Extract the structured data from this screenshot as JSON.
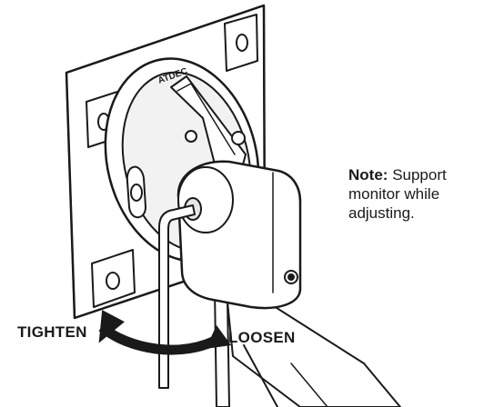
{
  "diagram": {
    "brand_mark": "ATDEC",
    "labels": {
      "tighten": "TIGHTEN",
      "loosen": "LOOSEN"
    },
    "note": {
      "prefix": "Note:",
      "text": "Support monitor while adjusting."
    },
    "colors": {
      "line": "#1a1a1a",
      "plate_fill": "#ffffff",
      "shadow": "#d9d9d9",
      "arrow": "#1a1a1a"
    }
  }
}
